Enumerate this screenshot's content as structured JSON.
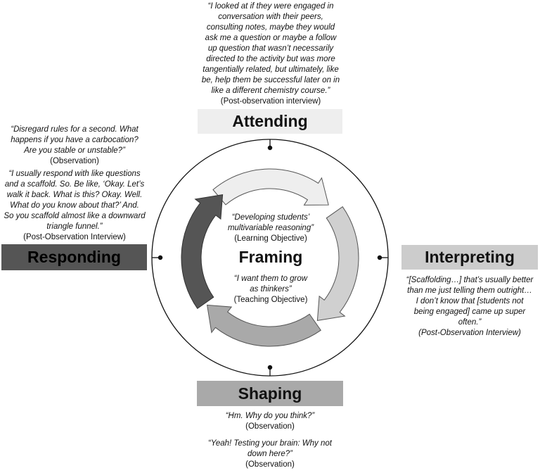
{
  "colors": {
    "attending": "#eeeeee",
    "interpreting": "#cccccc",
    "shaping": "#a9a9a9",
    "responding": "#555555",
    "responding_text": "#000000",
    "arrow_top": "#eeeeee",
    "arrow_right": "#d0d0d0",
    "arrow_bottom": "#a9a9a9",
    "arrow_left": "#555555"
  },
  "center": {
    "learning_quote": "“Developing students’ multivariable reasoning”",
    "learning_quote_lines": [
      "“Developing students’",
      "multivariable reasoning”"
    ],
    "learning_source": "(Learning Objective)",
    "framing": "Framing",
    "teaching_quote_lines": [
      "“I want them to grow",
      "as thinkers”"
    ],
    "teaching_source": "(Teaching Objective)"
  },
  "attending": {
    "label": "Attending",
    "quote_lines": [
      "“I looked at if they were engaged in",
      "conversation with their peers,",
      "consulting notes, maybe they would",
      "ask me a question or maybe a follow",
      "up question that wasn’t necessarily",
      "directed to the activity but was more",
      "tangentially related, but ultimately, like",
      "be, help them be successful later on in",
      "like a different chemistry course.”"
    ],
    "source": "(Post-observation interview)"
  },
  "interpreting": {
    "label": "Interpreting",
    "quote_lines": [
      "“[Scaffolding…] that’s usually better",
      "than me just telling them outright…",
      "I don’t know that [students not",
      "being engaged] came up super",
      "often.”"
    ],
    "source": "(Post-Observation Interview)"
  },
  "responding": {
    "label": "Responding",
    "quote1_lines": [
      "“Disregard rules for a second. What",
      "happens if you have a carbocation?",
      "Are you stable or unstable?”"
    ],
    "source1": "(Observation)",
    "quote2_lines": [
      "“I usually respond with like questions",
      "and a scaffold. So. Be like, ‘Okay. Let’s",
      "walk it back. What is this? Okay. Well.",
      "What do you know about that?’ And.",
      "So you scaffold almost like a downward",
      "triangle funnel.”"
    ],
    "source2": "(Post-Observation Interview)"
  },
  "shaping": {
    "label": "Shaping",
    "quote1_lines": [
      "“Hm. Why do you think?”"
    ],
    "source1": "(Observation)",
    "quote2_lines": [
      "“Yeah! Testing your brain: Why not",
      "down here?”"
    ],
    "source2": "(Observation)"
  }
}
